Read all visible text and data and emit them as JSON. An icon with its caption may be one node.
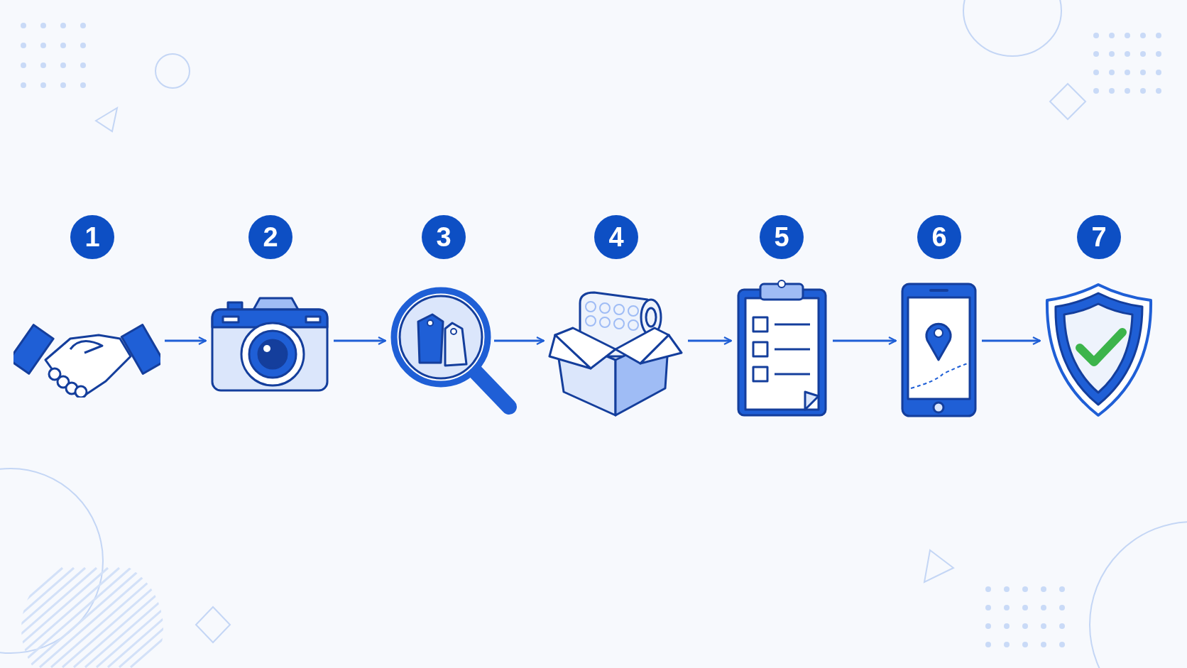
{
  "diagram": {
    "nodes": [
      {
        "text": [
          "1"
        ]
      },
      {
        "text": [
          "2"
        ]
      },
      {
        "text": [
          "3"
        ]
      },
      {
        "text": [
          "4"
        ]
      },
      {
        "text": [
          "5"
        ]
      },
      {
        "text": [
          "6"
        ]
      },
      {
        "text": [
          "7"
        ]
      },
      {
        "text": [],
        "shape": "picture"
      },
      {
        "text": [],
        "shape": "picture"
      },
      {
        "text": [],
        "shape": "picture"
      },
      {
        "text": [],
        "shape": "picture"
      },
      {
        "text": [],
        "shape": "picture"
      },
      {
        "text": [],
        "shape": "picture"
      },
      {
        "text": [],
        "shape": "picture"
      }
    ],
    "edges": [
      {
        "from": 7,
        "to": 8,
        "arrow": "to"
      },
      {
        "from": 8,
        "to": 9,
        "arrow": "to"
      },
      {
        "from": 9,
        "to": 10,
        "arrow": "to"
      },
      {
        "from": 10,
        "to": 11,
        "arrow": "to"
      },
      {
        "from": 11,
        "to": 12,
        "arrow": "to"
      },
      {
        "from": 12,
        "to": 13,
        "arrow": "to"
      }
    ]
  }
}
